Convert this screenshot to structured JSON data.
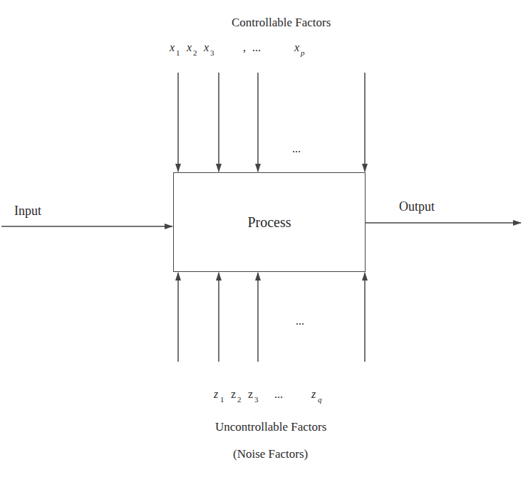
{
  "diagram": {
    "nodes": [
      {
        "text": [
          "Process"
        ]
      }
    ],
    "labels": [
      "Controllable Factors",
      "x",
      "1",
      "x",
      "2",
      "x",
      "3",
      ",",
      "...",
      "x",
      "p",
      "...",
      "Input",
      "Output",
      "...",
      "z",
      "1",
      "z",
      "2",
      "z",
      "3",
      "...",
      "z",
      "q",
      "Uncontrollable Factors",
      "(Noise Factors)"
    ]
  }
}
